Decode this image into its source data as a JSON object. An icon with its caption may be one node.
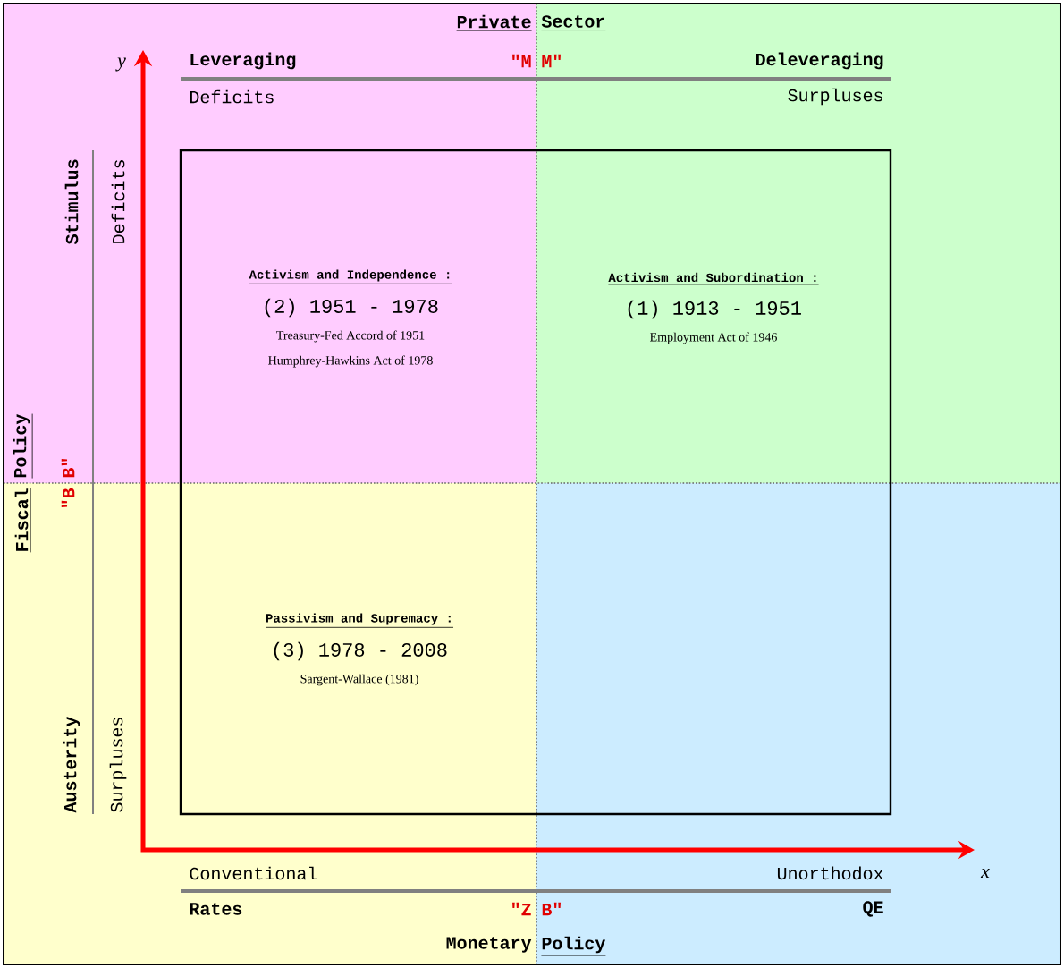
{
  "diagram": {
    "nodes": [
      {
        "text": [
          "Activism and Independence :",
          "(2) 1951 - 1978",
          "Treasury-Fed Accord of 1951",
          "Humphrey-Hawkins Act of 1978"
        ]
      },
      {
        "text": [
          "Activism and Subordination :",
          "(1) 1913 - 1951",
          "Employment Act of 1946"
        ]
      },
      {
        "text": [
          "Passivism and Supremacy :",
          "(3) 1978 - 2008",
          "Sargent-Wallace (1981)"
        ]
      }
    ],
    "labels": [
      "Private",
      "Sector",
      "y",
      "Leveraging",
      "\"M",
      "M\"",
      "Deleveraging",
      "Deficits",
      "Surpluses",
      "Stimulus",
      "Deficits",
      "Fiscal",
      "Policy",
      "\"B",
      "B\"",
      "Austerity",
      "Surpluses",
      "Conventional",
      "Unorthodox",
      "x",
      "Rates",
      "\"Z",
      "B\"",
      "QE",
      "Monetary",
      "Policy"
    ]
  }
}
